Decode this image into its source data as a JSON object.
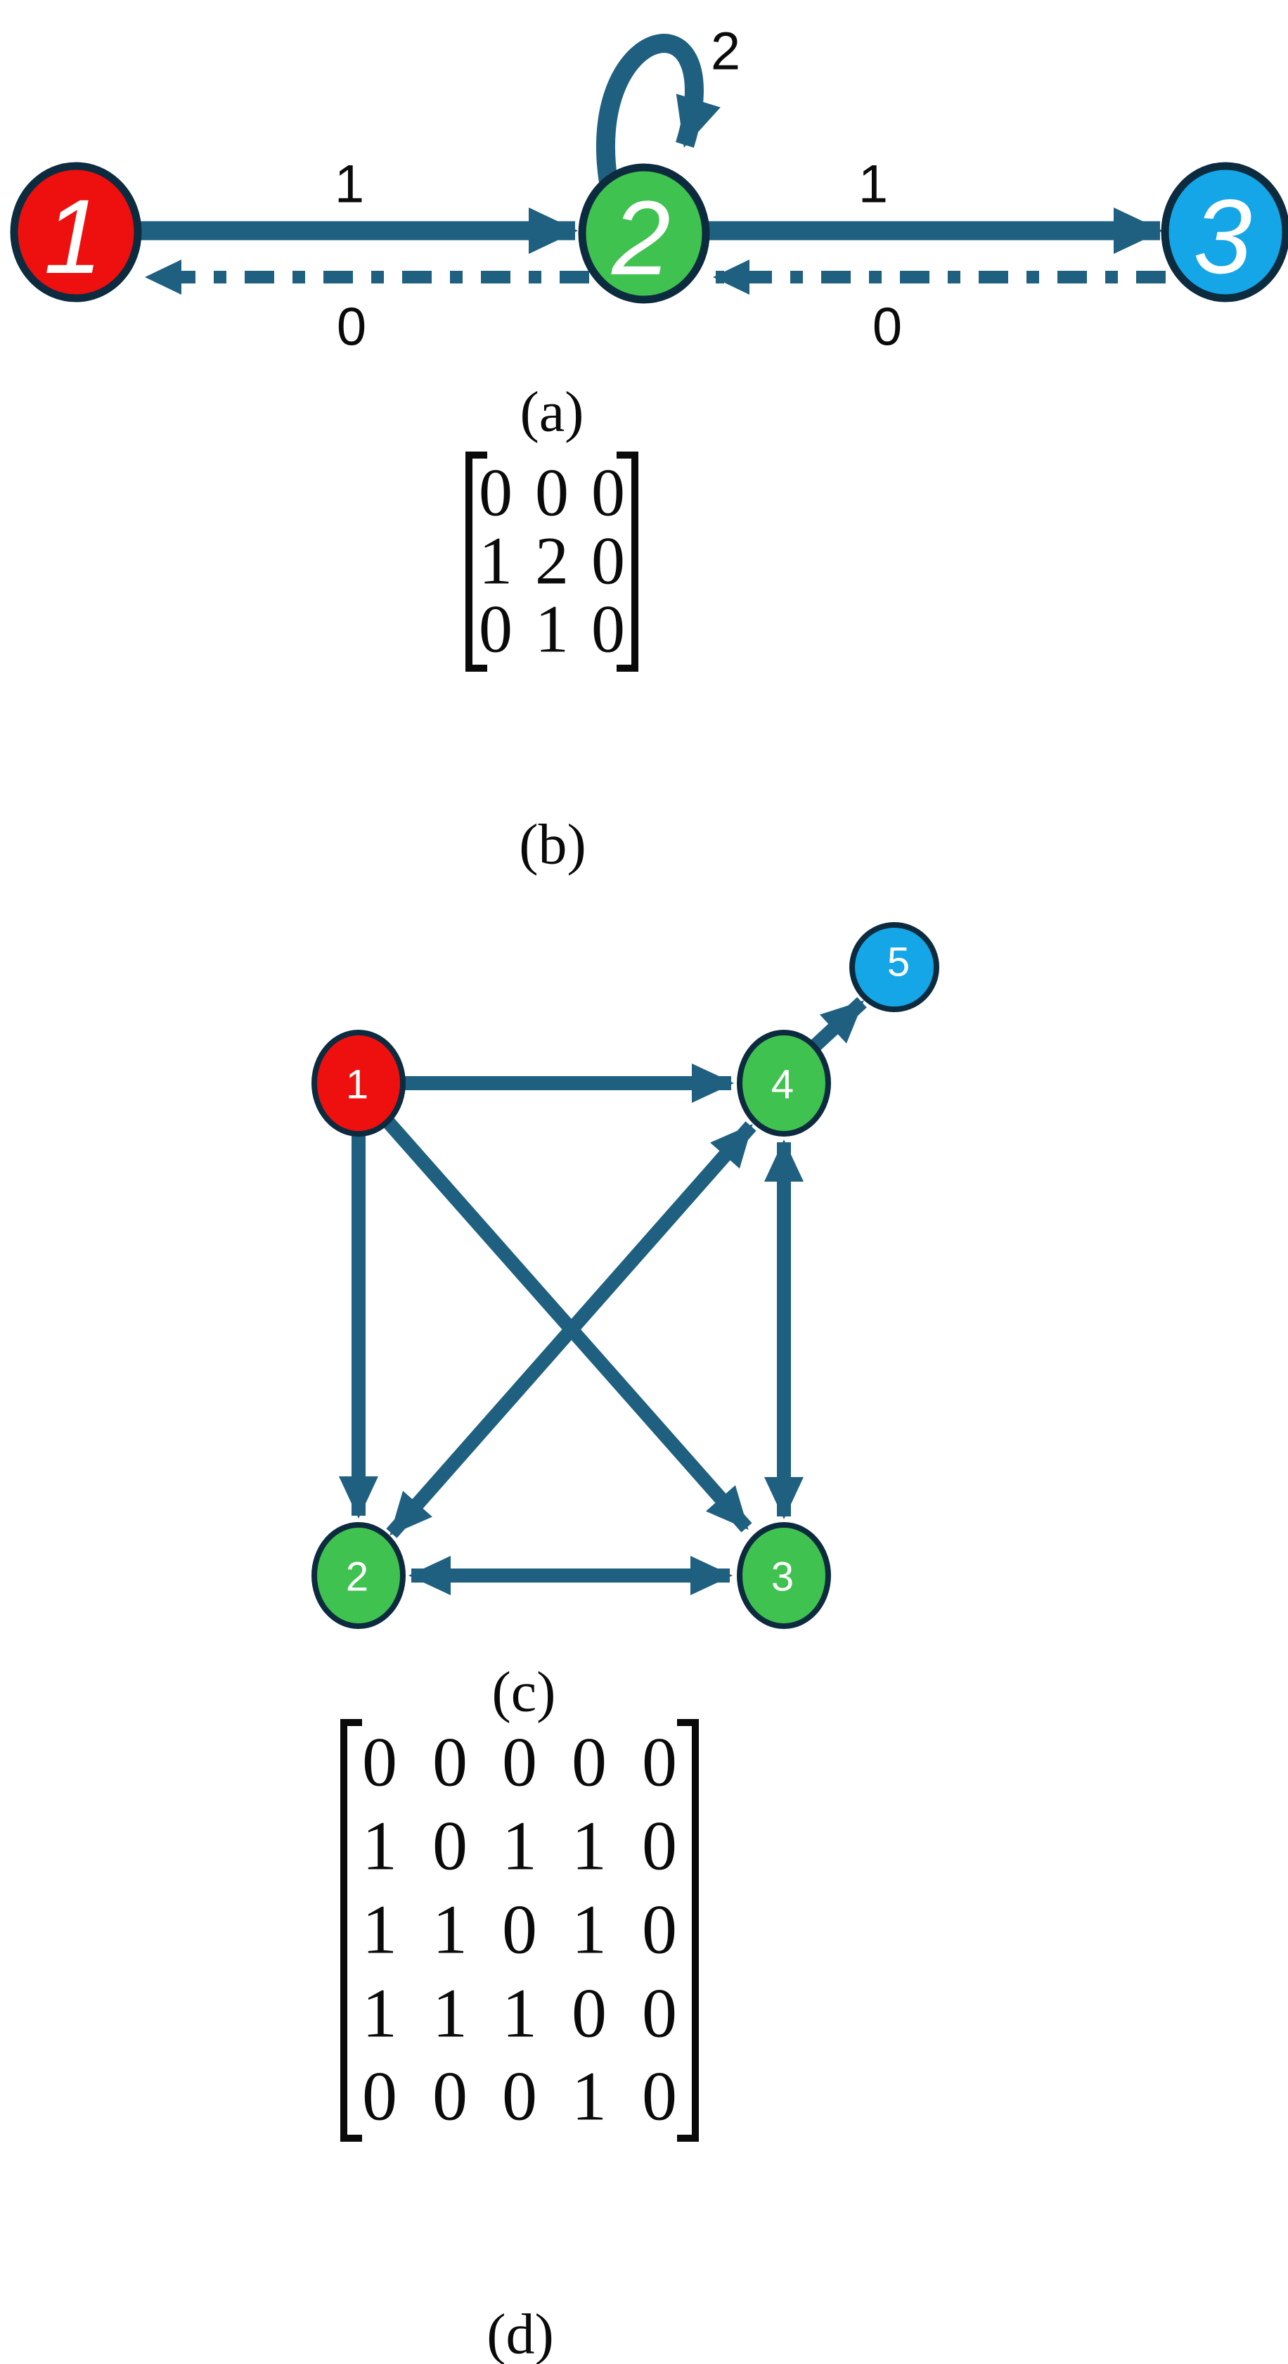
{
  "colors": {
    "red": "#EE0F0F",
    "green": "#3FC24F",
    "blue": "#14A6E6",
    "edge": "#1F6080",
    "node_border": "#0D2B3E"
  },
  "panel_a": {
    "caption": "(a)",
    "nodes": [
      {
        "label": "1",
        "color_name": "red"
      },
      {
        "label": "2",
        "color_name": "green"
      },
      {
        "label": "3",
        "color_name": "blue"
      }
    ],
    "edges": [
      {
        "from": "1",
        "to": "2",
        "style": "solid",
        "label": "1"
      },
      {
        "from": "2",
        "to": "2",
        "style": "solid-loop",
        "label": "2"
      },
      {
        "from": "2",
        "to": "3",
        "style": "solid",
        "label": "1"
      },
      {
        "from": "2",
        "to": "1",
        "style": "dashdot",
        "label": "0"
      },
      {
        "from": "3",
        "to": "2",
        "style": "dashdot",
        "label": "0"
      }
    ]
  },
  "panel_b": {
    "caption": "(b)",
    "matrix": [
      [
        "0",
        "0",
        "0"
      ],
      [
        "1",
        "2",
        "0"
      ],
      [
        "0",
        "1",
        "0"
      ]
    ]
  },
  "panel_c": {
    "caption": "(c)",
    "nodes": [
      {
        "label": "1",
        "color_name": "red"
      },
      {
        "label": "2",
        "color_name": "green"
      },
      {
        "label": "3",
        "color_name": "green"
      },
      {
        "label": "4",
        "color_name": "green"
      },
      {
        "label": "5",
        "color_name": "blue"
      }
    ],
    "edges": [
      {
        "from": "1",
        "to": "4",
        "style": "solid"
      },
      {
        "from": "1",
        "to": "2",
        "style": "solid"
      },
      {
        "from": "1",
        "to": "3",
        "style": "solid"
      },
      {
        "from": "2",
        "to": "4",
        "style": "solid"
      },
      {
        "from": "4",
        "to": "2",
        "style": "solid"
      },
      {
        "from": "2",
        "to": "3",
        "style": "solid"
      },
      {
        "from": "3",
        "to": "2",
        "style": "solid"
      },
      {
        "from": "3",
        "to": "4",
        "style": "solid"
      },
      {
        "from": "4",
        "to": "3",
        "style": "solid"
      },
      {
        "from": "4",
        "to": "5",
        "style": "solid"
      }
    ]
  },
  "panel_d": {
    "caption": "(d)",
    "matrix": [
      [
        "0",
        "0",
        "0",
        "0",
        "0"
      ],
      [
        "1",
        "0",
        "1",
        "1",
        "0"
      ],
      [
        "1",
        "1",
        "0",
        "1",
        "0"
      ],
      [
        "1",
        "1",
        "1",
        "0",
        "0"
      ],
      [
        "0",
        "0",
        "0",
        "1",
        "0"
      ]
    ]
  }
}
